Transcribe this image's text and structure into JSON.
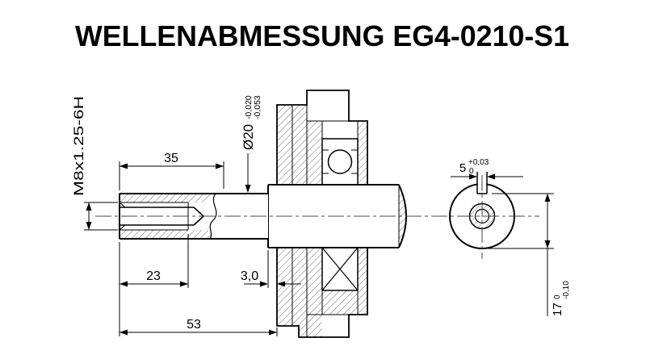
{
  "title": "WELLENABMESSUNG EG4-0210-S1",
  "colors": {
    "line": "#000000",
    "hatch": "#6f6f6f",
    "background": "#ffffff"
  },
  "dims": {
    "thread_callout": "M8x1.25-6H",
    "thread_length": "35",
    "thread_depth": "23",
    "shoulder_width": "3,0",
    "shaft_length": "53",
    "shaft_diameter": "Ø20",
    "shaft_diameter_tol_upper": "-0,020",
    "shaft_diameter_tol_lower": "-0,053",
    "key_width": "5",
    "key_width_tol_upper": "+0,03",
    "key_width_tol_lower": "0",
    "key_height": "17",
    "key_height_tol_upper": "0",
    "key_height_tol_lower": "-0,10"
  }
}
